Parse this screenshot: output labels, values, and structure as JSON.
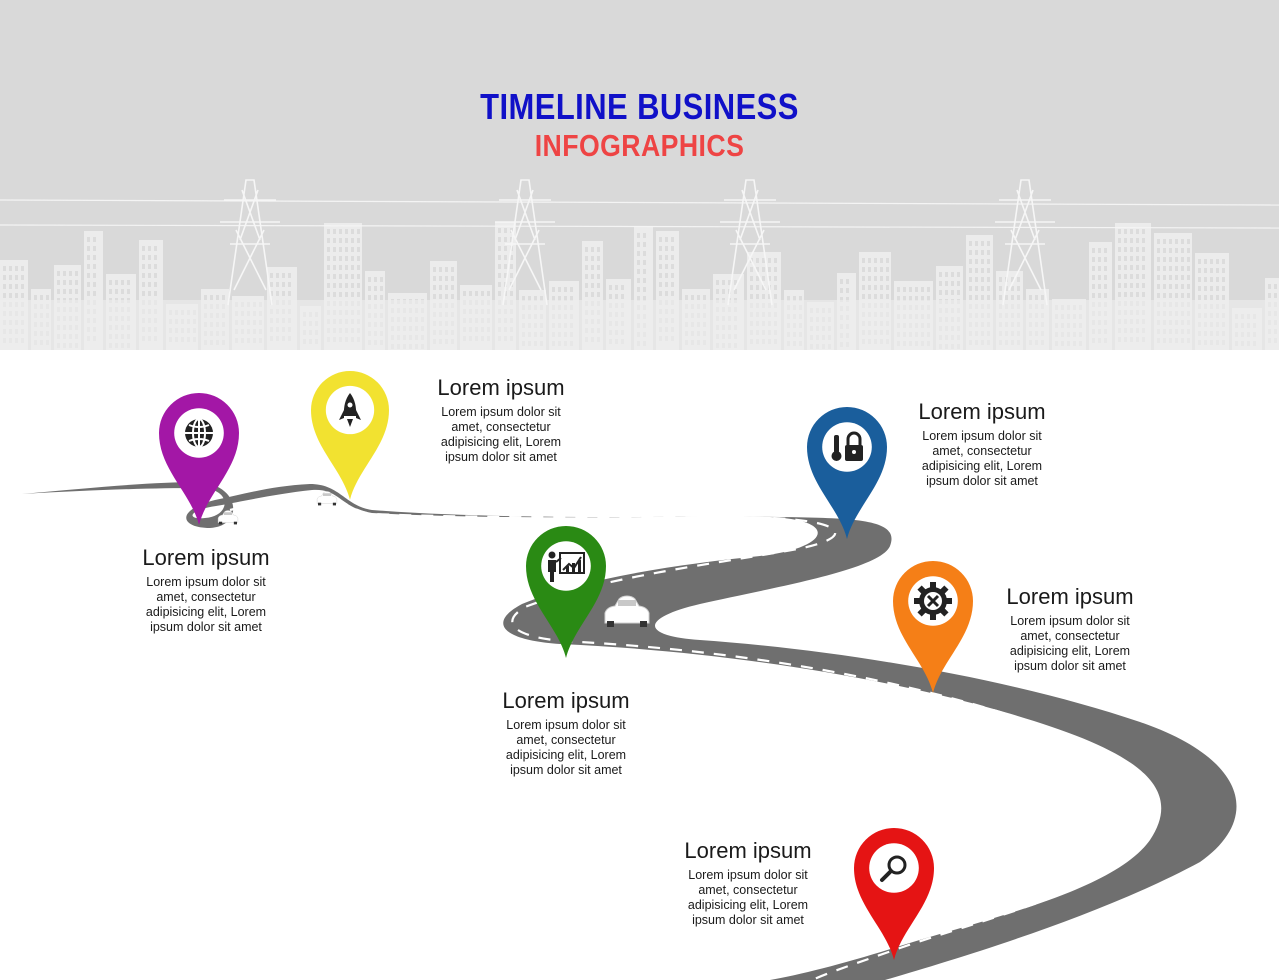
{
  "title": {
    "line1": "TIMELINE BUSINESS",
    "line2": "INFOGRAPHICS"
  },
  "colors": {
    "title_line1": "#1010c8",
    "title_line2": "#ee4444",
    "sky": "#d9d9d9",
    "road": "#707070",
    "pin_purple": "#a317a6",
    "pin_yellow": "#f2e230",
    "pin_green": "#2a8a14",
    "pin_blue": "#1a5e9c",
    "pin_orange": "#f57f17",
    "pin_red": "#e51414"
  },
  "milestones": [
    {
      "id": "purple",
      "icon": "globe-icon",
      "heading": "Lorem ipsum",
      "text": [
        "Lorem ipsum dolor sit",
        "amet, consectetur",
        "adipisicing elit, Lorem",
        "ipsum dolor sit amet"
      ]
    },
    {
      "id": "yellow",
      "icon": "rocket-icon",
      "heading": "Lorem ipsum",
      "text": [
        "Lorem ipsum dolor sit",
        "amet, consectetur",
        "adipisicing elit, Lorem",
        "ipsum dolor sit amet"
      ]
    },
    {
      "id": "green",
      "icon": "presentation-icon",
      "heading": "Lorem ipsum",
      "text": [
        "Lorem ipsum dolor sit",
        "amet, consectetur",
        "adipisicing elit, Lorem",
        "ipsum dolor sit amet"
      ]
    },
    {
      "id": "blue",
      "icon": "key-lock-icon",
      "heading": "Lorem ipsum",
      "text": [
        "Lorem ipsum dolor sit",
        "amet, consectetur",
        "adipisicing elit, Lorem",
        "ipsum dolor sit amet"
      ]
    },
    {
      "id": "orange",
      "icon": "gear-tools-icon",
      "heading": "Lorem ipsum",
      "text": [
        "Lorem ipsum dolor sit",
        "amet, consectetur",
        "adipisicing elit, Lorem",
        "ipsum dolor sit amet"
      ]
    },
    {
      "id": "red",
      "icon": "magnifier-icon",
      "heading": "Lorem ipsum",
      "text": [
        "Lorem ipsum dolor sit",
        "amet, consectetur",
        "adipisicing elit, Lorem",
        "ipsum dolor sit amet"
      ]
    }
  ]
}
